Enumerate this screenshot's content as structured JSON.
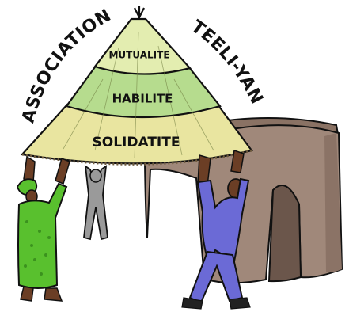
{
  "logo": {
    "left_arc_text": "ASSOCIATION",
    "right_arc_text": "TEELI-YAN",
    "roof_tiers": [
      {
        "label": "MUTUALITE"
      },
      {
        "label": "HABILITE"
      },
      {
        "label": "SOLIDATITE"
      }
    ]
  },
  "colors": {
    "roof_top": "#e3edb0",
    "roof_mid": "#b6dc8e",
    "roof_bottom": "#e9e5a0",
    "hut_wall": "#a0887a",
    "woman_dress": "#59c02e",
    "man_robe": "#6b6ad6",
    "person_grey": "#9a9a9a",
    "outline": "#111111"
  }
}
